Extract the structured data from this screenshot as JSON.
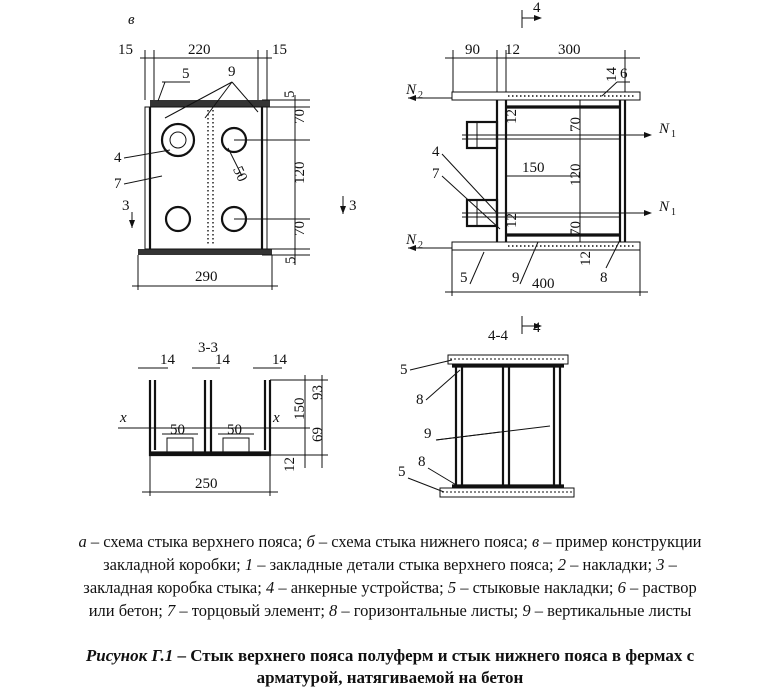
{
  "view_c": {
    "letter": "в",
    "dims_top": [
      "15",
      "220",
      "15"
    ],
    "dim_bottom": "290",
    "dims_right": [
      "5",
      "70",
      "120",
      "70",
      "5"
    ],
    "dim_hole": "50",
    "labels": [
      "5",
      "9",
      "4",
      "7",
      "3",
      "3"
    ]
  },
  "view_d": {
    "section_mark": "4",
    "dims_top": [
      "90",
      "12",
      "300"
    ],
    "dim_top_right": "14",
    "dims_right": [
      "12",
      "70",
      "120",
      "12",
      "70"
    ],
    "dim_bottom_right": "12",
    "dim_mid": "150",
    "dim_bottom": "400",
    "forces": [
      "N",
      "2",
      "N",
      "1",
      "N",
      "1",
      "N",
      "2"
    ],
    "labels": [
      "6",
      "4",
      "7",
      "5",
      "9",
      "8"
    ]
  },
  "section_33": {
    "title": "3-3",
    "dims_top": [
      "14",
      "14",
      "14"
    ],
    "dims_bottom": [
      "50",
      "50"
    ],
    "dims_right": [
      "150",
      "93",
      "69",
      "12"
    ],
    "axis": "x",
    "dim_bottom": "250"
  },
  "section_44": {
    "title": "4-4",
    "labels": [
      "5",
      "8",
      "9",
      "5",
      "8"
    ]
  },
  "caption": {
    "lines": [
      [
        {
          "t": "а",
          "i": true
        },
        {
          "t": " – схема стыка верхнего пояса; ",
          "i": false
        },
        {
          "t": "б",
          "i": true
        },
        {
          "t": " – схема стыка нижнего пояса; ",
          "i": false
        },
        {
          "t": "в",
          "i": true
        },
        {
          "t": " – пример конструкции",
          "i": false
        }
      ],
      [
        {
          "t": "закладной коробки; ",
          "i": false
        },
        {
          "t": "1",
          "i": true
        },
        {
          "t": " – закладные детали стыка верхнего пояса; ",
          "i": false
        },
        {
          "t": "2",
          "i": true
        },
        {
          "t": " – накладки; ",
          "i": false
        },
        {
          "t": "3",
          "i": true
        },
        {
          "t": " –",
          "i": false
        }
      ],
      [
        {
          "t": "закладная коробка стыка; ",
          "i": false
        },
        {
          "t": "4",
          "i": true
        },
        {
          "t": " – анкерные устройства; ",
          "i": false
        },
        {
          "t": "5",
          "i": true
        },
        {
          "t": " – стыковые накладки; ",
          "i": false
        },
        {
          "t": "6",
          "i": true
        },
        {
          "t": " – раствор",
          "i": false
        }
      ],
      [
        {
          "t": "или бетон; ",
          "i": false
        },
        {
          "t": "7",
          "i": true
        },
        {
          "t": " – торцовый элемент; ",
          "i": false
        },
        {
          "t": "8",
          "i": true
        },
        {
          "t": " – горизонтальные листы; ",
          "i": false
        },
        {
          "t": "9",
          "i": true
        },
        {
          "t": " – вертикальные листы",
          "i": false
        }
      ]
    ]
  },
  "figure_title": {
    "label": "Рисунок Г.1",
    "line1": " – Стык верхнего пояса полуферм и стык нижнего пояса в фермах с",
    "line2": "арматурой, натягиваемой на бетон"
  }
}
